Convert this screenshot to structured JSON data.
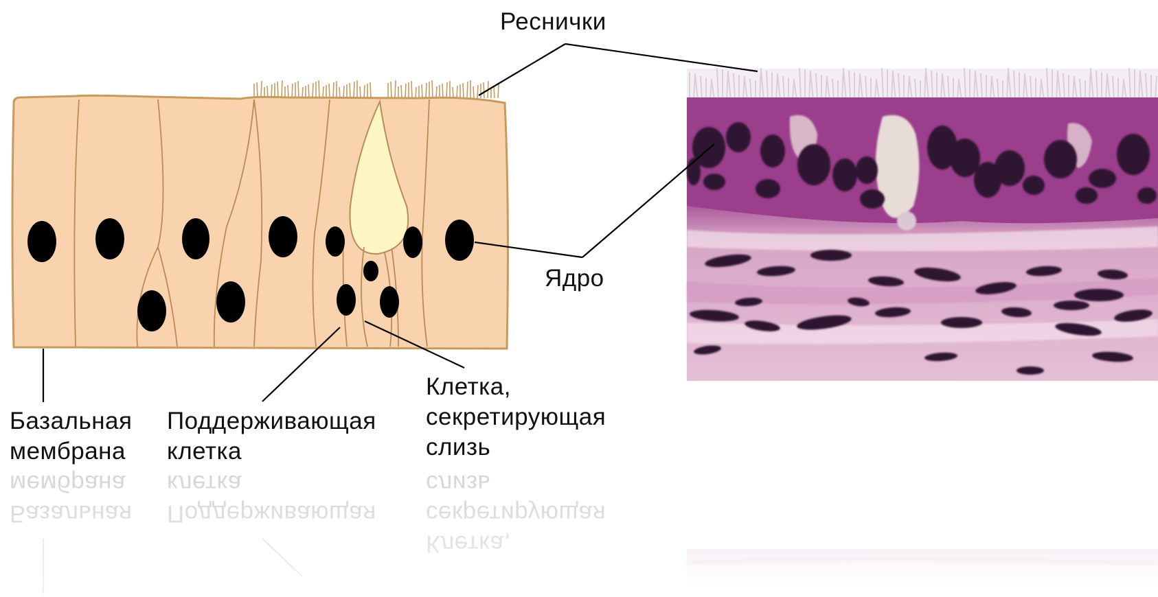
{
  "labels": {
    "cilia": "Реснички",
    "nucleus": "Ядро",
    "basal_line1": "Базальная",
    "basal_line2": "мембрана",
    "support_line1": "Поддерживающая",
    "support_line2": "клетка",
    "goblet_line1": "Клетка,",
    "goblet_line2": "секретирующая",
    "goblet_line3": "слизь"
  },
  "colors": {
    "cell_fill": "#f9d3ad",
    "cell_outline": "#c79a5e",
    "nucleus": "#000000",
    "mucus": "#fdf6c3",
    "tissue_purple": "#a8458f",
    "tissue_pink": "#e4b4d2",
    "text": "#111111"
  }
}
